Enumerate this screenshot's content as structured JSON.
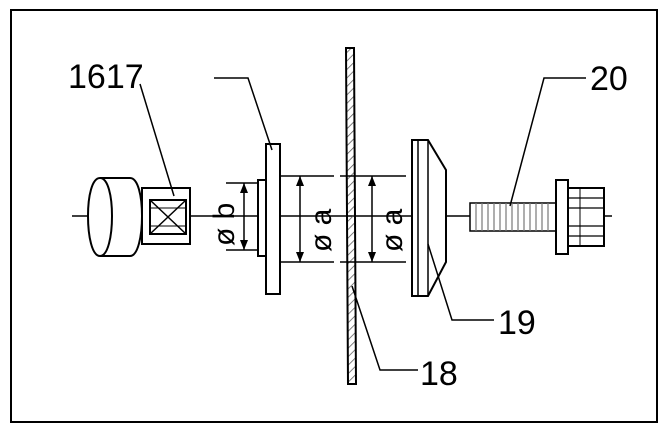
{
  "labels": {
    "part_16_17": "1617",
    "part_18": "18",
    "part_19": "19",
    "part_20": "20"
  },
  "dimensions": {
    "diameter_b": "ø b",
    "diameter_a_washer": "ø a",
    "diameter_a_disc": "ø a"
  },
  "colors": {
    "line": "#000000",
    "hatch": "#555555",
    "bolt_thread": "#777777",
    "fill_light": "#f0f0f0",
    "background": "#ffffff"
  }
}
